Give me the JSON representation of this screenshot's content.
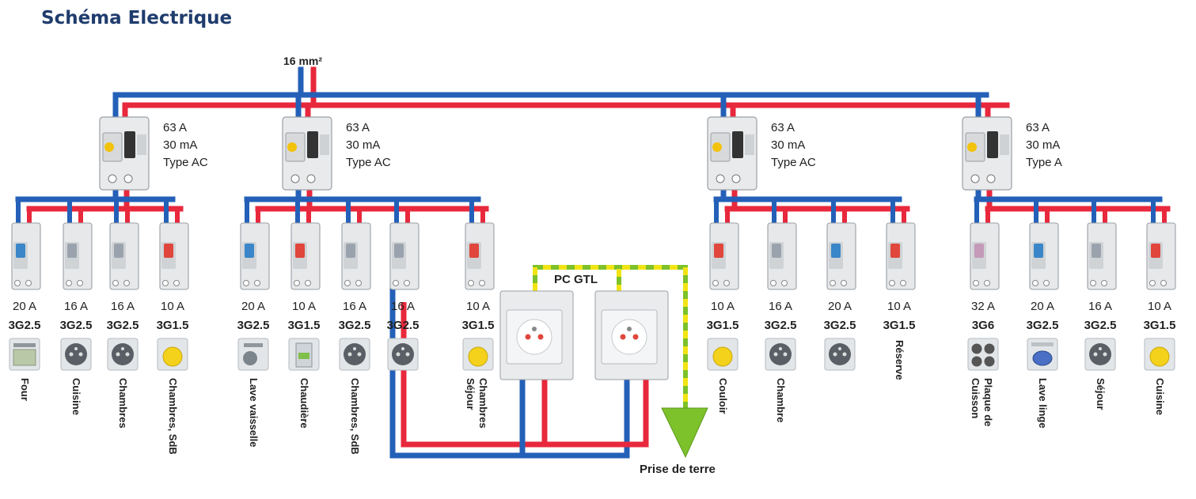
{
  "title": "Schéma Electrique",
  "supply_label": "16 mm²",
  "colors": {
    "phase": "#e8283c",
    "neutral": "#2460b8",
    "earth_green": "#7dc12b",
    "earth_yellow": "#f2e414"
  },
  "gtl_label": "PC GTL",
  "earth_label": "Prise de terre",
  "differentials": [
    {
      "rating": "63 A",
      "sensitivity": "30 mA",
      "type": "Type AC"
    },
    {
      "rating": "63 A",
      "sensitivity": "30 mA",
      "type": "Type AC"
    },
    {
      "rating": "63 A",
      "sensitivity": "30 mA",
      "type": "Type AC"
    },
    {
      "rating": "63 A",
      "sensitivity": "30 mA",
      "type": "Type A"
    }
  ],
  "circuits": [
    {
      "group": 0,
      "amps": "20 A",
      "cable": "3G2.5",
      "icon": "oven-icon",
      "label": "Four",
      "handle": "#3a86c8"
    },
    {
      "group": 0,
      "amps": "16 A",
      "cable": "3G2.5",
      "icon": "socket-icon",
      "label": "Cuisine",
      "handle": "#9aa3ad"
    },
    {
      "group": 0,
      "amps": "16 A",
      "cable": "3G2.5",
      "icon": "socket-icon",
      "label": "Chambres",
      "handle": "#9aa3ad"
    },
    {
      "group": 0,
      "amps": "10 A",
      "cable": "3G1.5",
      "icon": "lamp-icon",
      "label": "Chambres, SdB",
      "handle": "#e0463c"
    },
    {
      "group": 1,
      "amps": "20 A",
      "cable": "3G2.5",
      "icon": "dishwasher-icon",
      "label": "Lave vaisselle",
      "handle": "#3a86c8"
    },
    {
      "group": 1,
      "amps": "10 A",
      "cable": "3G1.5",
      "icon": "boiler-icon",
      "label": "Chaudière",
      "handle": "#e0463c"
    },
    {
      "group": 1,
      "amps": "16 A",
      "cable": "3G2.5",
      "icon": "socket-icon",
      "label": "Chambres, SdB",
      "handle": "#9aa3ad"
    },
    {
      "group": 1,
      "amps": "16 A",
      "cable": "3G2.5",
      "icon": "socket-icon",
      "label": "",
      "handle": "#9aa3ad"
    },
    {
      "group": 1,
      "amps": "10 A",
      "cable": "3G1.5",
      "icon": "lamp-icon",
      "label": "Chambres Séjour",
      "handle": "#e0463c"
    },
    {
      "group": 2,
      "amps": "10 A",
      "cable": "3G1.5",
      "icon": "lamp-icon",
      "label": "Couloir",
      "handle": "#e0463c"
    },
    {
      "group": 2,
      "amps": "16 A",
      "cable": "3G2.5",
      "icon": "socket-icon",
      "label": "Chambre",
      "handle": "#9aa3ad"
    },
    {
      "group": 2,
      "amps": "20 A",
      "cable": "3G2.5",
      "icon": "socket-icon",
      "label": "",
      "handle": "#3a86c8"
    },
    {
      "group": 2,
      "amps": "10 A",
      "cable": "3G1.5",
      "icon": "",
      "label": "Réserve",
      "handle": "#e0463c"
    },
    {
      "group": 3,
      "amps": "32 A",
      "cable": "3G6",
      "icon": "cooktop-icon",
      "label": "Plaque de Cuisson",
      "handle": "#c49ab8"
    },
    {
      "group": 3,
      "amps": "20 A",
      "cable": "3G2.5",
      "icon": "washer-icon",
      "label": "Lave linge",
      "handle": "#3a86c8"
    },
    {
      "group": 3,
      "amps": "16 A",
      "cable": "3G2.5",
      "icon": "socket-icon",
      "label": "Séjour",
      "handle": "#9aa3ad"
    },
    {
      "group": 3,
      "amps": "10 A",
      "cable": "3G1.5",
      "icon": "lamp-icon",
      "label": "Cuisine",
      "handle": "#e0463c"
    }
  ]
}
